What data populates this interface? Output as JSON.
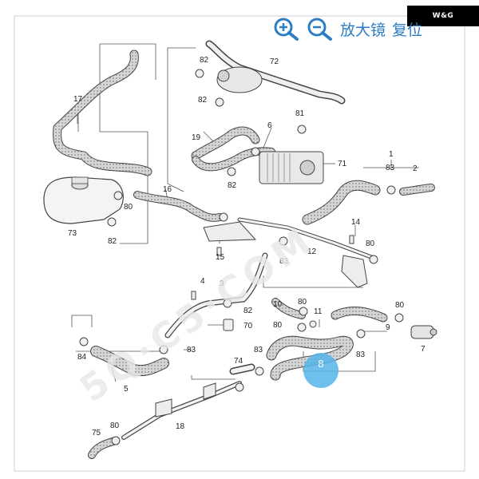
{
  "toolbar": {
    "zoom_in_icon": "zoom-in-icon",
    "zoom_out_icon": "zoom-out-icon",
    "magnifier_label": "放大镜",
    "reset_label": "复位"
  },
  "logo": {
    "text": "W&G"
  },
  "watermark": {
    "text": "5Q·C5·COM"
  },
  "highlight": {
    "label": "8",
    "color": "#57b4ea"
  },
  "parts": {
    "p1": "1",
    "p2": "2",
    "p3": "3",
    "p4": "4",
    "p5": "5",
    "p6": "6",
    "p7": "7",
    "p8": "8",
    "p9": "9",
    "p10": "10",
    "p11": "11",
    "p12": "12",
    "p14": "14",
    "p15": "15",
    "p16": "16",
    "p17": "17",
    "p18": "18",
    "p19": "19",
    "p70": "70",
    "p71": "71",
    "p72": "72",
    "p73": "73",
    "p74": "74",
    "p75": "75",
    "p80": "80",
    "p81": "81",
    "p82": "82",
    "p83": "83",
    "p84": "84"
  },
  "colors": {
    "accent": "#2c7dc4",
    "line": "#555555",
    "hose": "#bdbdbd"
  }
}
